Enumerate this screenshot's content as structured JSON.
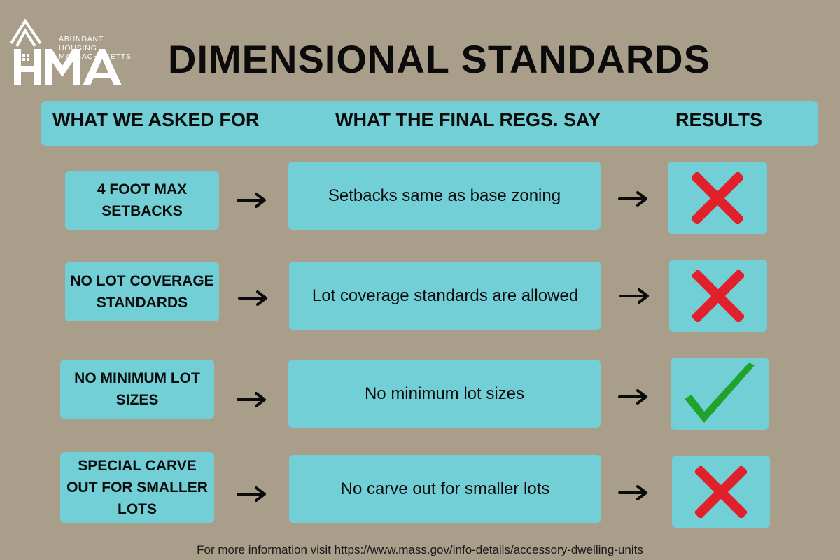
{
  "logo": {
    "lines": [
      "ABUNDANT",
      "HOUSING",
      "MASSACHUSETTS"
    ],
    "monogram": "HMA"
  },
  "title": "DIMENSIONAL STANDARDS",
  "headers": {
    "asked": "WHAT WE ASKED FOR",
    "final": "WHAT THE FINAL REGS. SAY",
    "results": "RESULTS"
  },
  "rows": [
    {
      "asked": "4 FOOT MAX SETBACKS",
      "final": "Setbacks same as base zoning",
      "result": "x-mark"
    },
    {
      "asked": "NO LOT COVERAGE STANDARDS",
      "final": "Lot coverage standards are allowed",
      "result": "x-mark"
    },
    {
      "asked": "NO MINIMUM LOT SIZES",
      "final": "No minimum lot sizes",
      "result": "check-mark"
    },
    {
      "asked": "SPECIAL CARVE OUT FOR SMALLER LOTS",
      "final": "No carve out for smaller lots",
      "result": "x-mark"
    }
  ],
  "colors": {
    "background": "#a89e89",
    "box": "#72cfd6",
    "x_mark": "#e0202a",
    "check_mark": "#1fa32a"
  },
  "footer": "For more information visit https://www.mass.gov/info-details/accessory-dwelling-units"
}
